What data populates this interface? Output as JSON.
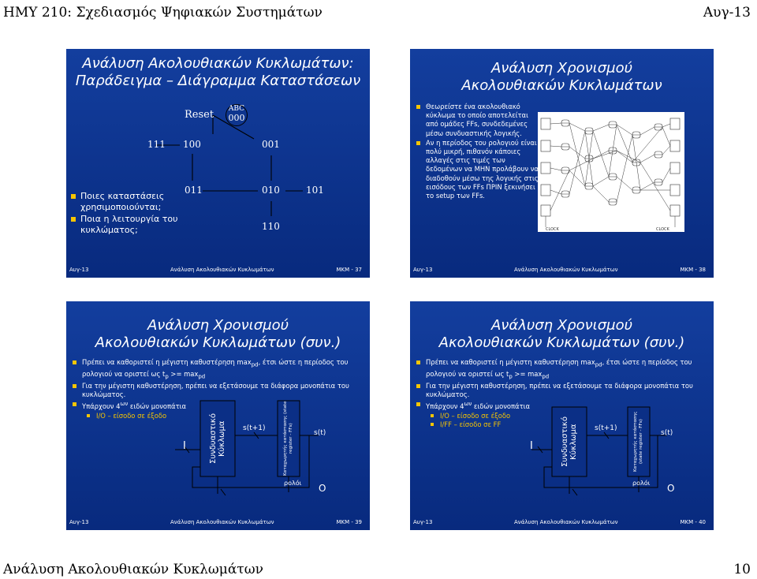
{
  "header": {
    "course": "ΗΜΥ 210: Σχεδιασμός Ψηφιακών Συστημάτων",
    "date": "Αυγ-13"
  },
  "footer": {
    "left": "Ανάλυση Ακολουθιακών Κυκλωμάτων",
    "page": "10"
  },
  "slide37": {
    "title1": "Ανάλυση Ακολουθιακών Κυκλωμάτων:",
    "title2": "Παράδειγμα – Διάγραμμα Καταστάσεων",
    "bullets": [
      "Ποιες καταστάσεις χρησιμοποιούνται;",
      "Ποια η λειτουργία του κυκλώματος;"
    ],
    "reset": "Reset",
    "abc": "ABC",
    "abc_val": "000",
    "states": {
      "s111": "111",
      "s100": "100",
      "s001": "001",
      "s011": "011",
      "s010": "010",
      "s101": "101",
      "s110": "110"
    },
    "foot_left": "Αυγ-13",
    "foot_mid": "Ανάλυση Ακολουθιακών Κυκλωμάτων",
    "foot_right": "ΜΚΜ - 37"
  },
  "slide38": {
    "title1": "Ανάλυση Χρονισμού",
    "title2": "Ακολουθιακών Κυκλωμάτων",
    "bullets": [
      "Θεωρείστε ένα ακολουθιακό κύκλωμα το οποίο αποτελείται από ομάδες FFs, συνδεδεμένες μέσω συνδυαστικής λογικής.",
      "Αν η περίοδος του ρολογιού είναι πολύ μικρή, πιθανόν κάποιες αλλαγές στις τιμές των δεδομένων να ΜΗΝ προλάβουν να διαδοθούν μέσω της λογικής στις εισόδους των FFs ΠΡΙΝ ξεκινήσει το setup των FFs."
    ],
    "clock1": "CLOCK",
    "clock2": "CLOCK",
    "foot_left": "Αυγ-13",
    "foot_mid": "Ανάλυση Ακολουθιακών Κυκλωμάτων",
    "foot_right": "ΜΚΜ - 38"
  },
  "slide39": {
    "title1": "Ανάλυση Χρονισμού",
    "title2": "Ακολουθιακών Κυκλωμάτων (συν.)",
    "b1": "Πρέπει να καθοριστεί η μέγιστη καθυστέρηση max",
    "b1_sub": "pd",
    "b1_rest": ", έτσι ώστε η περίοδος του ρολογιού να οριστεί ως t",
    "b1_sub2": "p",
    "b1_rest2": " >= max",
    "b1_sub3": "pd",
    "b2": "Για την μέγιστη καθυστέρηση, πρέπει να εξετάσουμε τα διάφορα μονοπάτια του κυκλώματος.",
    "b3": "Υπάρχουν 4",
    "b3_sup": "ων",
    "b3_rest": " ειδών μονοπάτια",
    "sub": [
      "I/O – είσοδο σε έξοδο"
    ],
    "in_label": "I",
    "comb": "Συνδυαστικό Κύκλωμα",
    "st1": "s(t+1)",
    "reg": "Καταχωρητής κατάστασης (state register - FFs)",
    "st": "s(t)",
    "clk": "ρολόι",
    "out": "O",
    "foot_left": "Αυγ-13",
    "foot_mid": "Ανάλυση Ακολουθιακών Κυκλωμάτων",
    "foot_right": "ΜΚΜ - 39"
  },
  "slide40": {
    "title1": "Ανάλυση Χρονισμού",
    "title2": "Ακολουθιακών Κυκλωμάτων (συν.)",
    "b1": "Πρέπει να καθοριστεί η μέγιστη καθυστέρηση max",
    "b1_sub": "pd",
    "b1_rest": ", έτσι ώστε η περίοδος του ρολογιού να οριστεί ως t",
    "b1_sub2": "p",
    "b1_rest2": " >= max",
    "b1_sub3": "pd",
    "b2": "Για την μέγιστη καθυστέρηση, πρέπει να εξετάσουμε τα διάφορα μονοπάτια του κυκλώματος.",
    "b3": "Υπάρχουν 4",
    "b3_sup": "ων",
    "b3_rest": " ειδών μονοπάτια",
    "sub": [
      "I/O – είσοδο σε έξοδο",
      "I/FF – είσοδο σε FF"
    ],
    "in_label": "I",
    "comb": "Συνδυαστικό Κύκλωμα",
    "st1": "s(t+1)",
    "reg": "Καταχωρητής κατάστασης (state register - FFs)",
    "st": "s(t)",
    "clk": "ρολόι",
    "out": "O",
    "foot_left": "Αυγ-13",
    "foot_mid": "Ανάλυση Ακολουθιακών Κυκλωμάτων",
    "foot_right": "ΜΚΜ - 40"
  }
}
